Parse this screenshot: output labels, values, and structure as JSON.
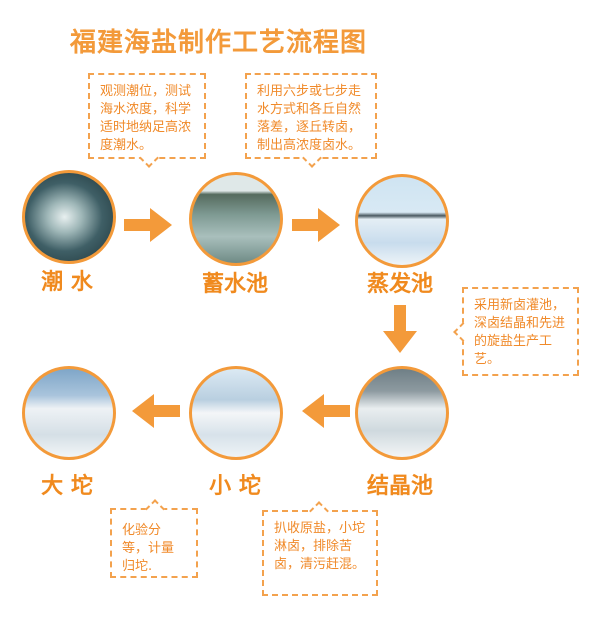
{
  "title": "福建海盐制作工艺流程图",
  "steps": [
    {
      "label": "潮 水"
    },
    {
      "label": "蓄水池"
    },
    {
      "label": "蒸发池"
    },
    {
      "label": "结晶池"
    },
    {
      "label": "小 坨"
    },
    {
      "label": "大 坨"
    }
  ],
  "notes": [
    "观测潮位，测试海水浓度，科学适时地纳足高浓度潮水。",
    "利用六步或七步走水方式和各丘自然落差，逐丘转卤，制出高浓度卤水。",
    "采用新卤灌池，深卤结晶和先进的旋盐生产工艺。",
    "化验分等，计量归坨.",
    "扒收原盐，小坨淋卤，排除苦卤，清污赶混。"
  ],
  "colors": {
    "accent": "#f39a3a"
  }
}
